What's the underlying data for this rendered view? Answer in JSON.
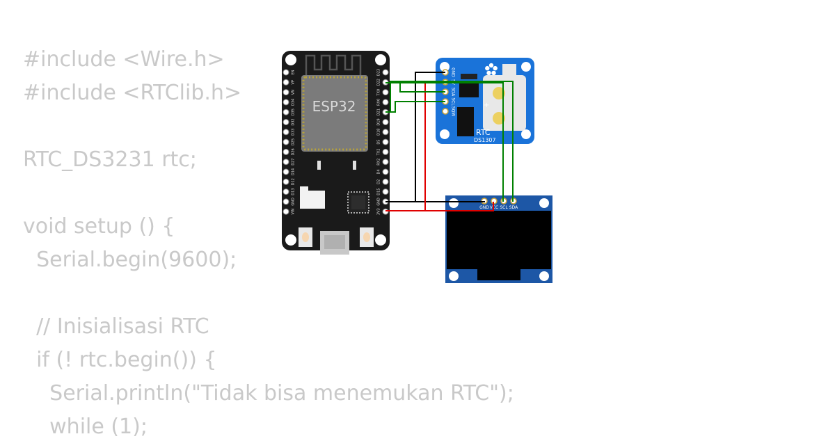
{
  "code_lines": [
    "#include <Wire.h>",
    "#include <RTClib.h>",
    "",
    "RTC_DS3231 rtc;",
    "",
    "void setup () {",
    "  Serial.begin(9600);",
    "",
    "  // Inisialisasi RTC",
    "  if (! rtc.begin()) {",
    "    Serial.println(\"Tidak bisa menemukan RTC\");",
    "    while (1);"
  ],
  "esp32": {
    "label": "ESP32",
    "pins_left": [
      "EN",
      "VP",
      "VN",
      "D34",
      "D35",
      "D32",
      "D33",
      "D25",
      "D26",
      "D27",
      "D14",
      "D12",
      "D13",
      "GND",
      "VIN"
    ],
    "pins_right": [
      "D23",
      "D22",
      "TX0",
      "RX0",
      "D21",
      "D19",
      "D18",
      "D5",
      "TX2",
      "RX2",
      "D4",
      "D2",
      "D15",
      "GND",
      "3V3"
    ]
  },
  "rtc": {
    "title": "RTC",
    "model": "DS1307",
    "pins": [
      "GND",
      "5V",
      "SDA",
      "SCL",
      "SQW"
    ]
  },
  "oled": {
    "pins": [
      "GND",
      "VCC",
      "SCL",
      "SDA"
    ]
  },
  "colors": {
    "code_text": "#c9c9c9",
    "esp_board": "#1a1a1a",
    "esp_chip": "#7b7b7b",
    "rtc_board": "#1a73d9",
    "oled_board": "#1d57a6",
    "oled_screen": "#000000",
    "wire_gnd": "#000000",
    "wire_power": "#e00000",
    "wire_signal": "#008000"
  },
  "icons": [
    "wifi-antenna-icon",
    "usb-port-icon",
    "adafruit-flower-icon",
    "coin-cell-icon"
  ]
}
